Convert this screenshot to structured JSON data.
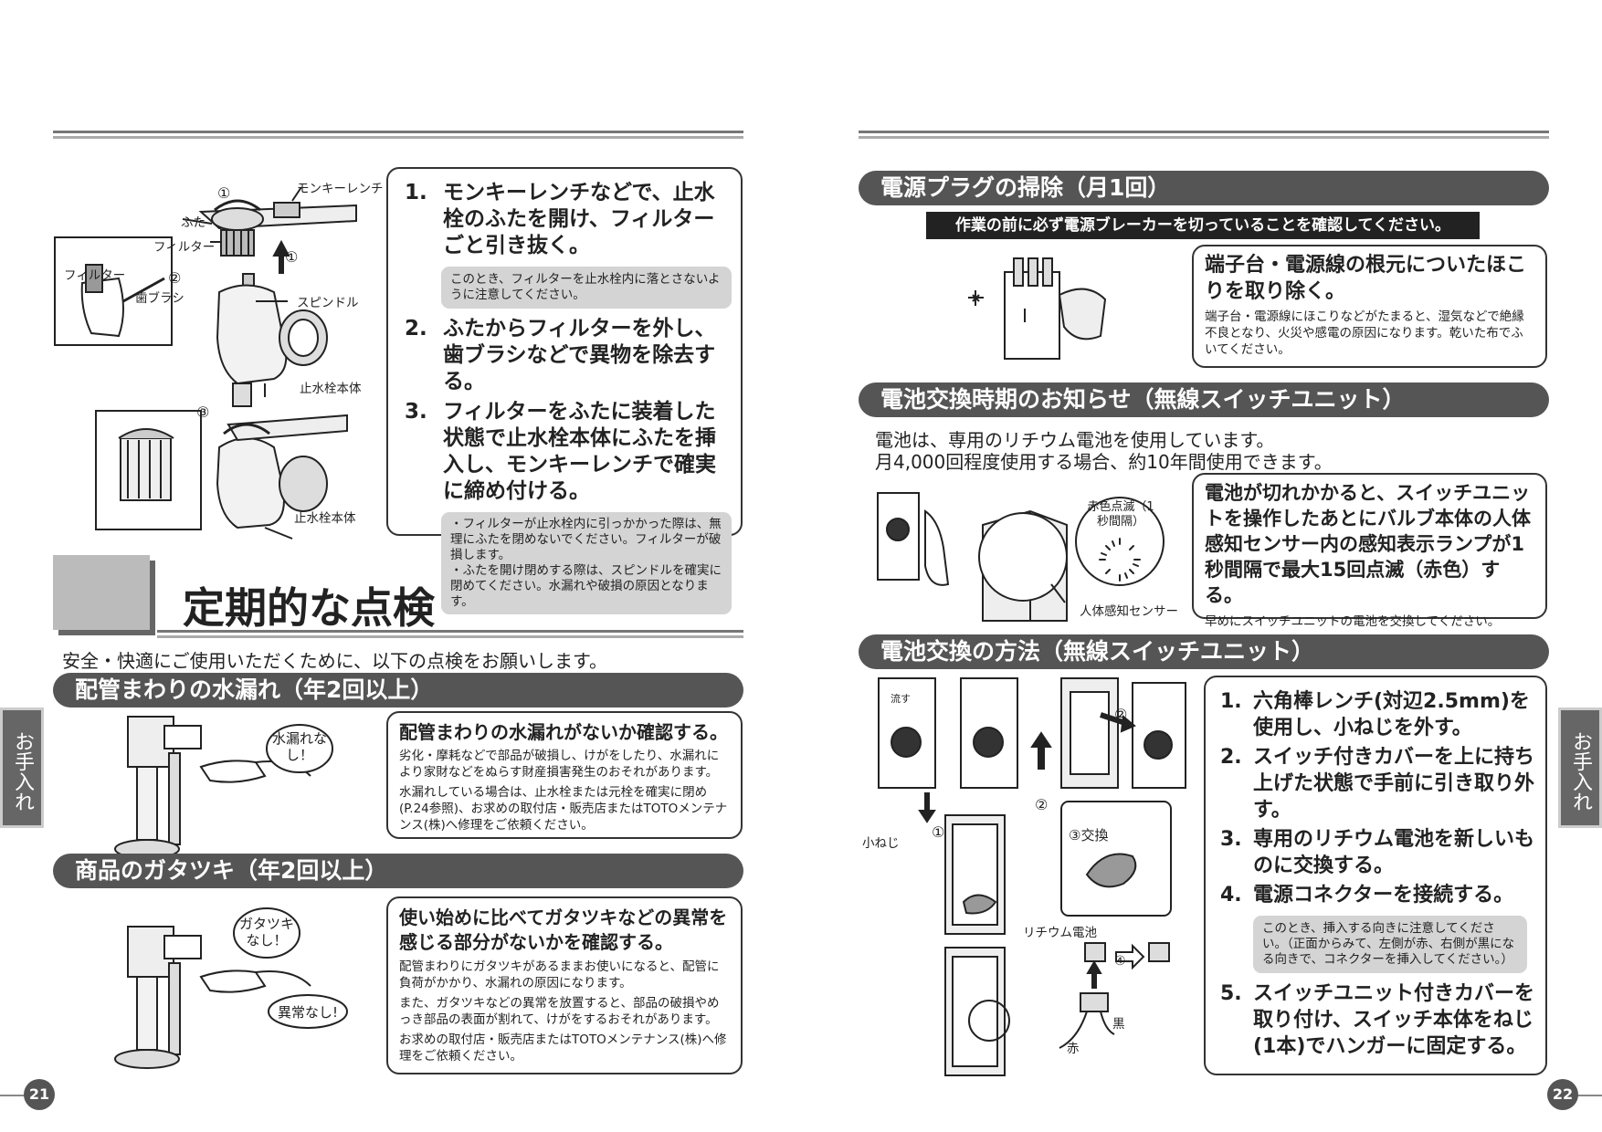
{
  "left": {
    "illus_labels": {
      "wrench": "モンキーレンチ",
      "lid": "ふた",
      "filter1": "フィルター",
      "filter2": "フィルター",
      "toothbrush": "歯ブラシ",
      "spindle": "スピンドル",
      "body1": "止水栓本体",
      "body2": "止水栓本体",
      "c1": "①",
      "c1b": "①",
      "c2": "②",
      "c3": "③"
    },
    "steps": [
      {
        "num": "1.",
        "text": "モンキーレンチなどで、止水栓のふたを開け、フィルターごと引き抜く。"
      },
      {
        "num": "2.",
        "text": "ふたからフィルターを外し、歯ブラシなどで異物を除去する。"
      },
      {
        "num": "3.",
        "text": "フィルターをふたに装着した状態で止水栓本体にふたを挿入し、モンキーレンチで確実に締め付ける。"
      }
    ],
    "note1": "このとき、フィルターを止水栓内に落とさないように注意してください。",
    "note2": [
      "・フィルターが止水栓内に引っかかった際は、無理にふたを閉めないでください。フィルターが破損します。",
      "・ふたを開け閉めする際は、スピンドルを確実に閉めてください。水漏れや破損の原因となります。"
    ],
    "section_title": "定期的な点検",
    "intro": "安全・快適にご使用いただくために、以下の点検をお願いします。",
    "pill1": "配管まわりの水漏れ（年2回以上）",
    "bubble1": "水漏れなし！",
    "box1_head": "配管まわりの水漏れがないか確認する。",
    "box1_p1": "劣化・摩耗などで部品が破損し、けがをしたり、水漏れにより家財などをぬらす財産損害発生のおそれがあります。",
    "box1_p2": "水漏れしている場合は、止水栓または元栓を確実に閉め(P.24参照)、お求めの取付店・販売店またはTOTOメンテナンス(株)へ修理をご依頼ください。",
    "pill2": "商品のガタツキ（年2回以上）",
    "bubble2": "ガタツキなし！",
    "bubble3": "異常なし!",
    "box2_head": "使い始めに比べてガタツキなどの異常を感じる部分がないかを確認する。",
    "box2_p1": "配管まわりにガタツキがあるままお使いになると、配管に負荷がかかり、水漏れの原因になります。",
    "box2_p2": "また、ガタツキなどの異常を放置すると、部品の破損やめっき部品の表面が割れて、けがをするおそれがあります。",
    "box2_p3": "お求めの取付店・販売店またはTOTOメンテナンス(株)へ修理をご依頼ください。",
    "page_num": "21",
    "side_tab": "お手入れ"
  },
  "right": {
    "pill1": "電源プラグの掃除（月1回）",
    "warning": "作業の前に必ず電源ブレーカーを切っていることを確認してください。",
    "box1_head": "端子台・電源線の根元についたほこりを取り除く。",
    "box1_text": "端子台・電源線にほこりなどがたまると、湿気などで絶縁不良となり、火災や感電の原因になります。乾いた布でふいてください。",
    "pill2": "電池交換時期のお知らせ（無線スイッチユニット）",
    "battery_p1": "電池は、専用のリチウム電池を使用しています。",
    "battery_p2": "月4,000回程度使用する場合、約10年間使用できます。",
    "blink_label": "赤色点滅（1秒間隔）",
    "sensor_label": "人体感知センサー",
    "box2_head": "電池が切れかかると、スイッチユニットを操作したあとにバルブ本体の人体感知センサー内の感知表示ランプが1秒間隔で最大15回点滅（赤色）する。",
    "box2_text": "早めにスイッチユニットの電池を交換してください。",
    "pill3": "電池交換の方法（無線スイッチユニット）",
    "illus_labels": {
      "screw": "小ねじ",
      "swap": "③交換",
      "battery": "リチウム電池",
      "black": "黒",
      "red": "赤",
      "c1": "①",
      "c2": "②",
      "c2b": "②",
      "c4": "④",
      "card_text": "流す"
    },
    "steps": [
      {
        "num": "1.",
        "text": "六角棒レンチ(対辺2.5mm)を使用し、小ねじを外す。"
      },
      {
        "num": "2.",
        "text": "スイッチ付きカバーを上に持ち上げた状態で手前に引き取り外す。"
      },
      {
        "num": "3.",
        "text": "専用のリチウム電池を新しいものに交換する。"
      },
      {
        "num": "4.",
        "text": "電源コネクターを接続する。"
      },
      {
        "num": "5.",
        "text": "スイッチユニット付きカバーを取り付け、スイッチ本体をねじ(1本)でハンガーに固定する。"
      }
    ],
    "note": "このとき、挿入する向きに注意してください。（正面からみて、左側が赤、右側が黒になる向きで、コネクターを挿入してください。）",
    "page_num": "22",
    "side_tab": "お手入れ"
  }
}
